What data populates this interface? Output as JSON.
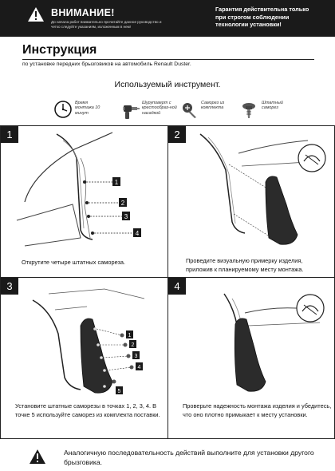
{
  "header": {
    "warning_title": "ВНИМАНИЕ!",
    "warning_text": "До начала работ внимательно прочитайте данное руководство и четко следуйте указаниям, изложенным в нем!",
    "guarantee": "Гарантия действительна только при строгом соблюдении технологии установки!"
  },
  "title": "Инструкция",
  "subtitle": "по установке передних брызговиков на автомобиль Renault Duster.",
  "tools": {
    "title": "Используемый инструмент.",
    "items": [
      {
        "label": "Время монтажа 10 минут",
        "icon": "clock-icon"
      },
      {
        "label": "Шуруповерт с крестообраз-ной насадкой",
        "icon": "screwdriver-icon"
      },
      {
        "label": "Саморез из комплекта",
        "icon": "screw-icon"
      },
      {
        "label": "Штатный саморез",
        "icon": "factory-screw-icon"
      }
    ]
  },
  "steps": [
    {
      "number": "1",
      "caption": "Открутите четыре штатных самореза.",
      "markers": [
        "1",
        "2",
        "3",
        "4"
      ]
    },
    {
      "number": "2",
      "caption": "Проведите визуальную примерку изделия, приложив к планируемому месту монтажа."
    },
    {
      "number": "3",
      "caption": "Установите штатные саморезы в точках 1, 2, 3, 4. В точке 5 используйте саморез из комплекта поставки.",
      "markers": [
        "1",
        "2",
        "3",
        "4",
        "5"
      ]
    },
    {
      "number": "4",
      "caption": "Проверьте надежность монтажа изделия и убедитесь, что оно плотно примыкает к месту установки."
    }
  ],
  "footer": {
    "note": "Аналогичную последовательность действий выполните для установки другого брызговика."
  },
  "colors": {
    "dark": "#1a1a1a",
    "mudflap": "#2b2b2b"
  }
}
